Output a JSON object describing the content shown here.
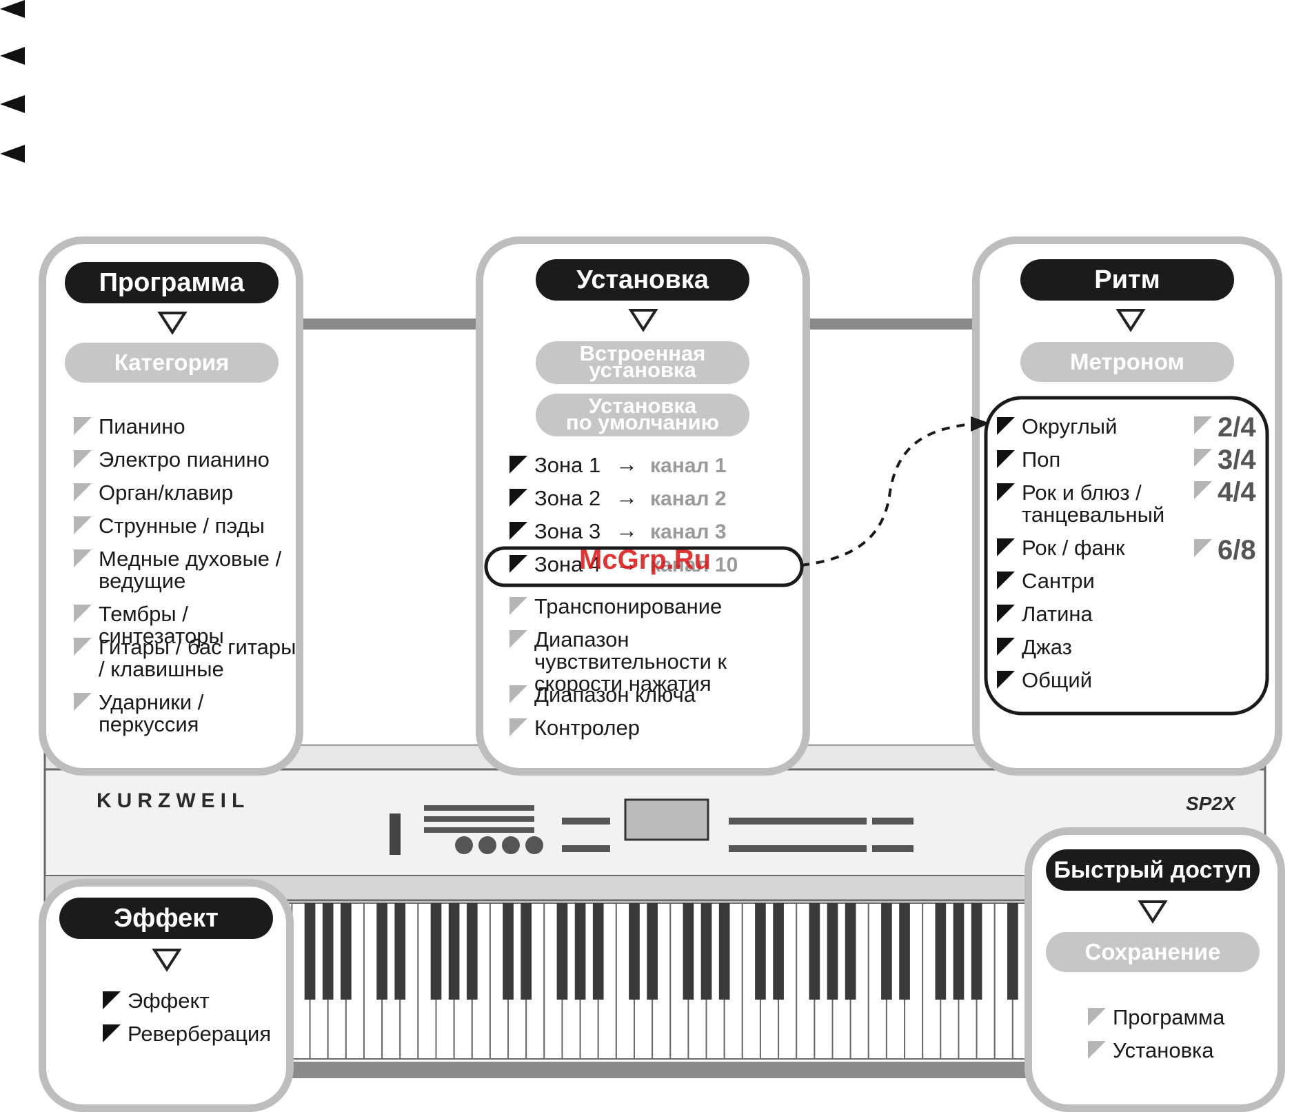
{
  "program": {
    "title": "Программа",
    "subtitle": "Категория",
    "items": [
      {
        "text": "Пианино",
        "marker": "grey"
      },
      {
        "text": "Электро пианино",
        "marker": "grey"
      },
      {
        "text": "Орган/клавир",
        "marker": "grey"
      },
      {
        "text": "Струнные / пэды",
        "marker": "grey"
      },
      {
        "text": "Медные духовые / ведущие",
        "marker": "grey"
      },
      {
        "text": "Тембры / синтезаторы",
        "marker": "grey"
      },
      {
        "text": "Гитары / бас гитары / клавишные",
        "marker": "grey"
      },
      {
        "text": "Ударники / перкуссия",
        "marker": "grey"
      }
    ]
  },
  "setup": {
    "title": "Установка",
    "subtitle1_line1": "Встроенная",
    "subtitle1_line2": "установка",
    "subtitle2_line1": "Установка",
    "subtitle2_line2": "по умолчанию",
    "zones": [
      {
        "zone": "Зона 1",
        "channel": "канал 1"
      },
      {
        "zone": "Зона 2",
        "channel": "канал 2"
      },
      {
        "zone": "Зона 3",
        "channel": "канал 3"
      },
      {
        "zone": "Зона 4",
        "channel": "канал 10"
      }
    ],
    "items": [
      {
        "text": "Транспонирование"
      },
      {
        "text": "Диапазон чувствительности к скорости нажатия"
      },
      {
        "text": "Диапазон ключа"
      },
      {
        "text": "Контролер"
      }
    ]
  },
  "rhythm": {
    "title": "Ритм",
    "subtitle": "Метроном",
    "styles": [
      {
        "text": "Округлый"
      },
      {
        "text": "Поп"
      },
      {
        "text": "Рок и блюз / танцевальный"
      },
      {
        "text": "Рок / фанк"
      },
      {
        "text": "Сантри"
      },
      {
        "text": "Латина"
      },
      {
        "text": "Джаз"
      },
      {
        "text": "Общий"
      }
    ],
    "meters": [
      "2/4",
      "3/4",
      "4/4",
      "6/8"
    ]
  },
  "effect": {
    "title": "Эффект",
    "items": [
      {
        "text": "Эффект"
      },
      {
        "text": "Реверберация"
      }
    ]
  },
  "quick": {
    "title": "Быстрый доступ",
    "subtitle": "Сохранение",
    "items": [
      {
        "text": "Программа"
      },
      {
        "text": "Установка"
      }
    ]
  },
  "keyboard": {
    "brand": "KURZWEIL",
    "model": "SP2X"
  },
  "watermark": "McGrp.Ru",
  "colors": {
    "dark": "#1b1b1b",
    "grey_pill": "#c6c6c6",
    "panel_border": "#bdbdbd",
    "marker_grey": "#b5b5b5",
    "marker_dark": "#111111",
    "watermark": "#dd1111"
  }
}
